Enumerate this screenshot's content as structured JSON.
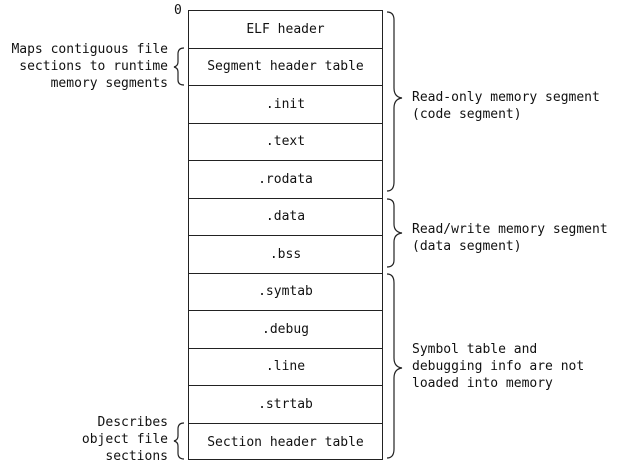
{
  "diagram": {
    "origin": "0",
    "sections": [
      "ELF header",
      "Segment header table",
      ".init",
      ".text",
      ".rodata",
      ".data",
      ".bss",
      ".symtab",
      ".debug",
      ".line",
      ".strtab",
      "Section header table"
    ],
    "annotations": {
      "segment_header": "Maps contiguous file\nsections to runtime\nmemory segments",
      "section_header": "Describes\nobject file\nsections",
      "read_only": "Read-only memory segment\n(code segment)",
      "read_write": "Read/write memory segment\n(data segment)",
      "not_loaded": "Symbol table and\ndebugging info are not\nloaded into memory"
    }
  }
}
